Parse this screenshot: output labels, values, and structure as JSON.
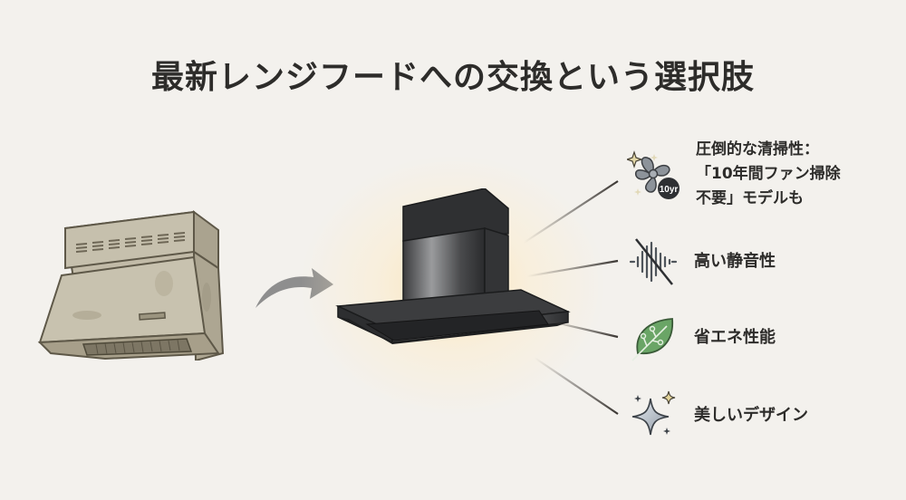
{
  "title": "最新レンジフードへの交換という選択肢",
  "illustration": {
    "old_hood": "old-range-hood",
    "arrow": "curved-arrow-right",
    "new_hood": "modern-chimney-range-hood"
  },
  "features": [
    {
      "icon": "fan-10yr-icon",
      "badge": "10yr",
      "lines": [
        "圧倒的な清掃性：",
        "「10年間ファン掃除",
        "不要」モデルも"
      ]
    },
    {
      "icon": "noise-cancel-icon",
      "label": "高い静音性"
    },
    {
      "icon": "leaf-icon",
      "label": "省エネ性能"
    },
    {
      "icon": "sparkle-icon",
      "label": "美しいデザイン"
    }
  ],
  "colors": {
    "background": "#f3f1ed",
    "text": "#2d2c2a",
    "old_hood": "#b8b09c",
    "new_hood": "#2e2f31",
    "glow": "#ffe2aa",
    "leaf": "#6aa566",
    "arrow": "#8e8e8e"
  }
}
